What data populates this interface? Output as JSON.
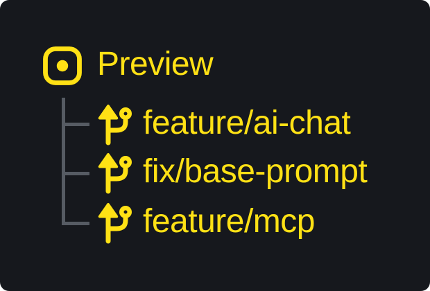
{
  "card": {
    "root": {
      "label": "Preview",
      "icon": "square-dot"
    },
    "branches": [
      {
        "name": "feature/ai-chat",
        "icon": "git-branch"
      },
      {
        "name": "fix/base-prompt",
        "icon": "git-branch"
      },
      {
        "name": "feature/mcp",
        "icon": "git-branch"
      }
    ]
  },
  "colors": {
    "accent": "#ffe115",
    "card_background": "#16181d",
    "page_background": "#ffffff",
    "tree_line": "#565b63"
  }
}
